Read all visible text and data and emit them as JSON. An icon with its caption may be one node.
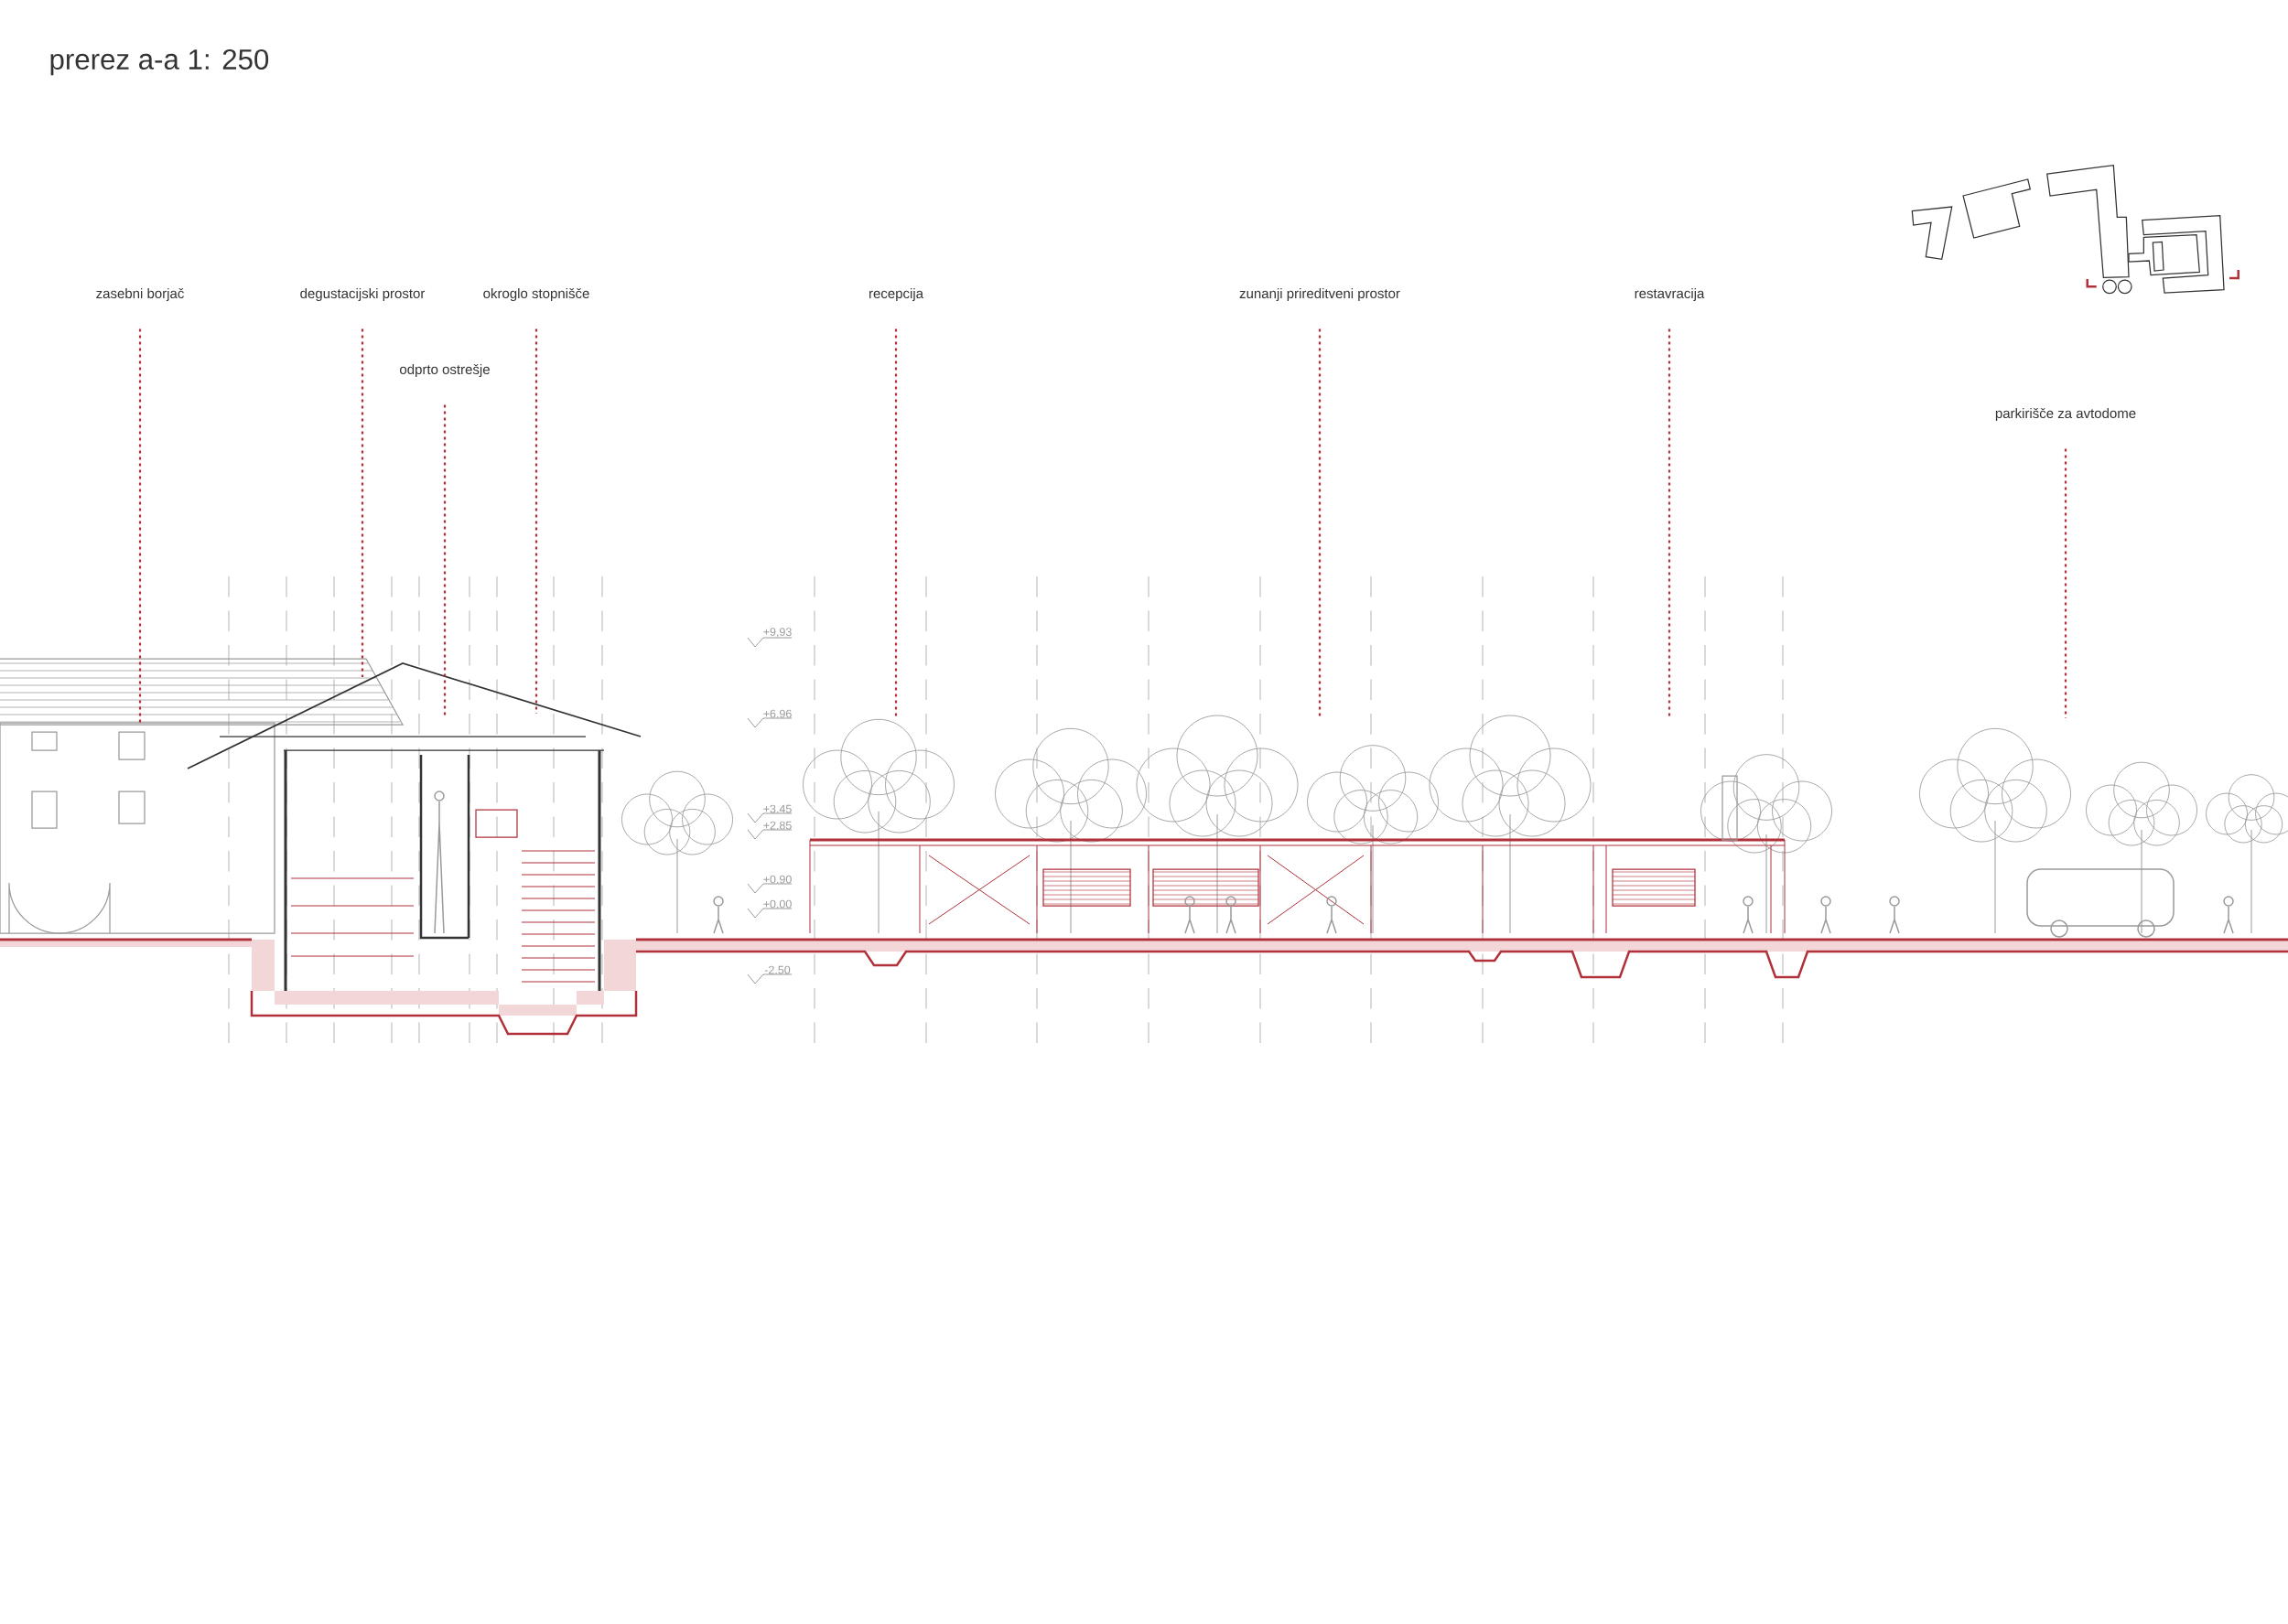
{
  "diagram": {
    "title": "prerez a-a 1: 250",
    "nodes": [
      {
        "text": [
          "zasebni borjač"
        ]
      },
      {
        "text": [
          "degustacijski prostor"
        ]
      },
      {
        "text": [
          "okroglo stopnišče"
        ]
      },
      {
        "text": [
          "odprto ostrešje"
        ]
      },
      {
        "text": [
          "recepcija"
        ]
      },
      {
        "text": [
          "zunanji prireditveni prostor"
        ]
      },
      {
        "text": [
          "restavracija"
        ]
      },
      {
        "text": [
          "parkirišče za avtodome"
        ]
      }
    ],
    "edges": [
      {
        "from": 0,
        "to": null,
        "arrow": "none"
      },
      {
        "from": 1,
        "to": null,
        "arrow": "none"
      },
      {
        "from": 2,
        "to": null,
        "arrow": "none"
      },
      {
        "from": 3,
        "to": null,
        "arrow": "none"
      },
      {
        "from": 4,
        "to": null,
        "arrow": "none"
      },
      {
        "from": 5,
        "to": null,
        "arrow": "none"
      },
      {
        "from": 6,
        "to": null,
        "arrow": "none"
      },
      {
        "from": 7,
        "to": null,
        "arrow": "none"
      }
    ],
    "labels": [
      "+9,93",
      "+6.96",
      "+3.45",
      "+2.85",
      "+0.90",
      "+0.00",
      "-2.50"
    ]
  }
}
